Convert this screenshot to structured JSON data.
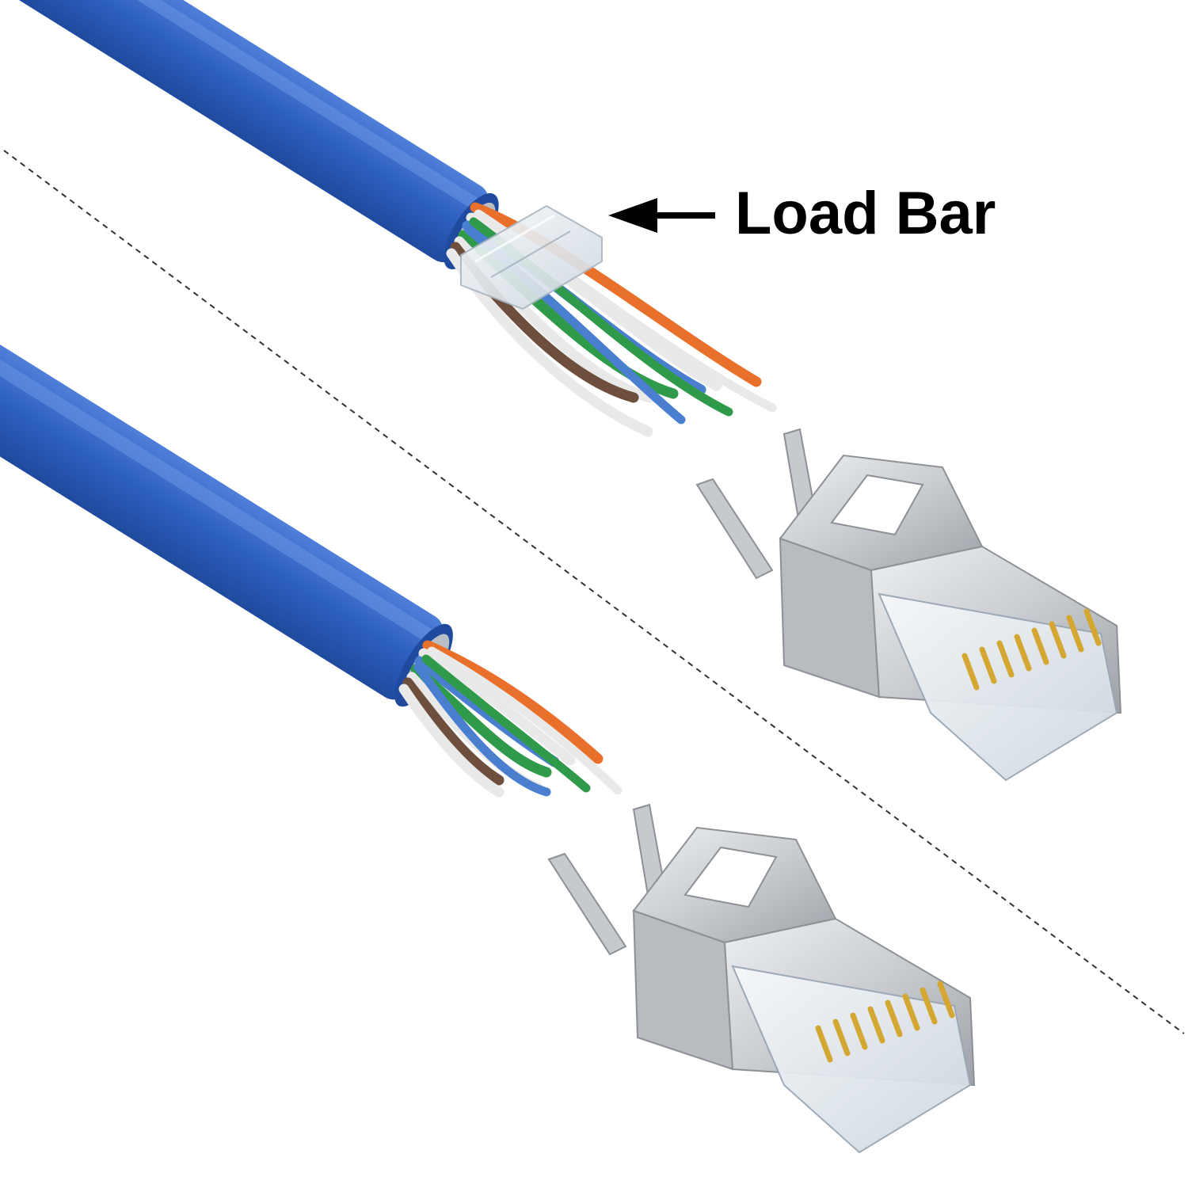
{
  "callout": {
    "label": "Load Bar"
  },
  "colors": {
    "cable_jacket": "#2d5fc0",
    "cable_shadow": "#1f4a9e",
    "cable_highlight": "#5a86dd",
    "wire_orange": "#e8702a",
    "wire_green": "#2f9a4a",
    "wire_blue": "#4a7fd0",
    "wire_brown": "#6e4e3c",
    "wire_white": "#e9e9e9",
    "shield_metal": "#c9ccd0",
    "load_bar_plastic": "#e7edf3",
    "gold_contacts": "#d4a632",
    "arrow": "#000000",
    "divider": "#333333"
  },
  "icons": {
    "arrow": "left-arrow",
    "plug": "shielded-rj45-plug",
    "cable": "stripped-ethernet-cable"
  }
}
